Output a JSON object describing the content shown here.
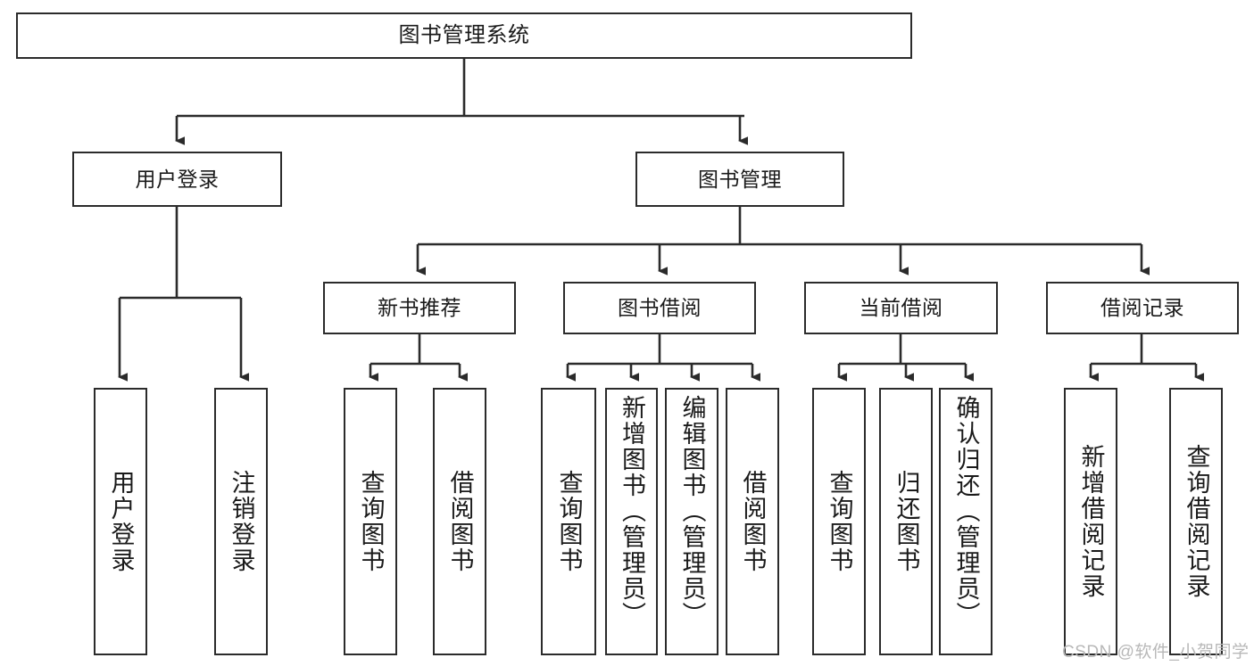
{
  "diagram": {
    "title": "图书管理系统",
    "type": "hierarchy-tree",
    "levels": [
      {
        "level": 0,
        "nodes": [
          {
            "id": "root",
            "label": "图书管理系统",
            "orientation": "horizontal"
          }
        ]
      },
      {
        "level": 1,
        "nodes": [
          {
            "id": "user-login",
            "label": "用户登录",
            "orientation": "horizontal"
          },
          {
            "id": "book-manage",
            "label": "图书管理",
            "orientation": "horizontal"
          }
        ]
      },
      {
        "level": 2,
        "nodes": [
          {
            "id": "new-book-rec",
            "label": "新书推荐",
            "orientation": "horizontal"
          },
          {
            "id": "book-borrow",
            "label": "图书借阅",
            "orientation": "horizontal"
          },
          {
            "id": "current-borrow",
            "label": "当前借阅",
            "orientation": "horizontal"
          },
          {
            "id": "borrow-record",
            "label": "借阅记录",
            "orientation": "horizontal"
          }
        ]
      },
      {
        "level": 3,
        "nodes": [
          {
            "id": "leaf-user-login",
            "label": "用户登录",
            "orientation": "vertical",
            "parent": "user-login"
          },
          {
            "id": "leaf-logout",
            "label": "注销登录",
            "orientation": "vertical",
            "parent": "user-login"
          },
          {
            "id": "leaf-query-book-1",
            "label": "查询图书",
            "orientation": "vertical",
            "parent": "new-book-rec"
          },
          {
            "id": "leaf-borrow-book-1",
            "label": "借阅图书",
            "orientation": "vertical",
            "parent": "new-book-rec"
          },
          {
            "id": "leaf-query-book-2",
            "label": "查询图书",
            "orientation": "vertical",
            "parent": "book-borrow"
          },
          {
            "id": "leaf-add-book",
            "label": "新增图书（管理员）",
            "orientation": "vertical",
            "parent": "book-borrow"
          },
          {
            "id": "leaf-edit-book",
            "label": "编辑图书（管理员）",
            "orientation": "vertical",
            "parent": "book-borrow"
          },
          {
            "id": "leaf-borrow-book-2",
            "label": "借阅图书",
            "orientation": "vertical",
            "parent": "book-borrow"
          },
          {
            "id": "leaf-query-book-3",
            "label": "查询图书",
            "orientation": "vertical",
            "parent": "current-borrow"
          },
          {
            "id": "leaf-return-book",
            "label": "归还图书",
            "orientation": "vertical",
            "parent": "current-borrow"
          },
          {
            "id": "leaf-confirm-return",
            "label": "确认归还（管理员）",
            "orientation": "vertical",
            "parent": "current-borrow"
          },
          {
            "id": "leaf-add-record",
            "label": "新增借阅记录",
            "orientation": "vertical",
            "parent": "borrow-record"
          },
          {
            "id": "leaf-query-record",
            "label": "查询借阅记录",
            "orientation": "vertical",
            "parent": "borrow-record"
          }
        ]
      }
    ],
    "colors": {
      "stroke": "#2b2b2b",
      "fill": "#ffffff",
      "text": "#1a1a1a",
      "watermark": "#b8b8b8"
    }
  },
  "watermark": {
    "text": "CSDN @软件_小贺同学"
  }
}
